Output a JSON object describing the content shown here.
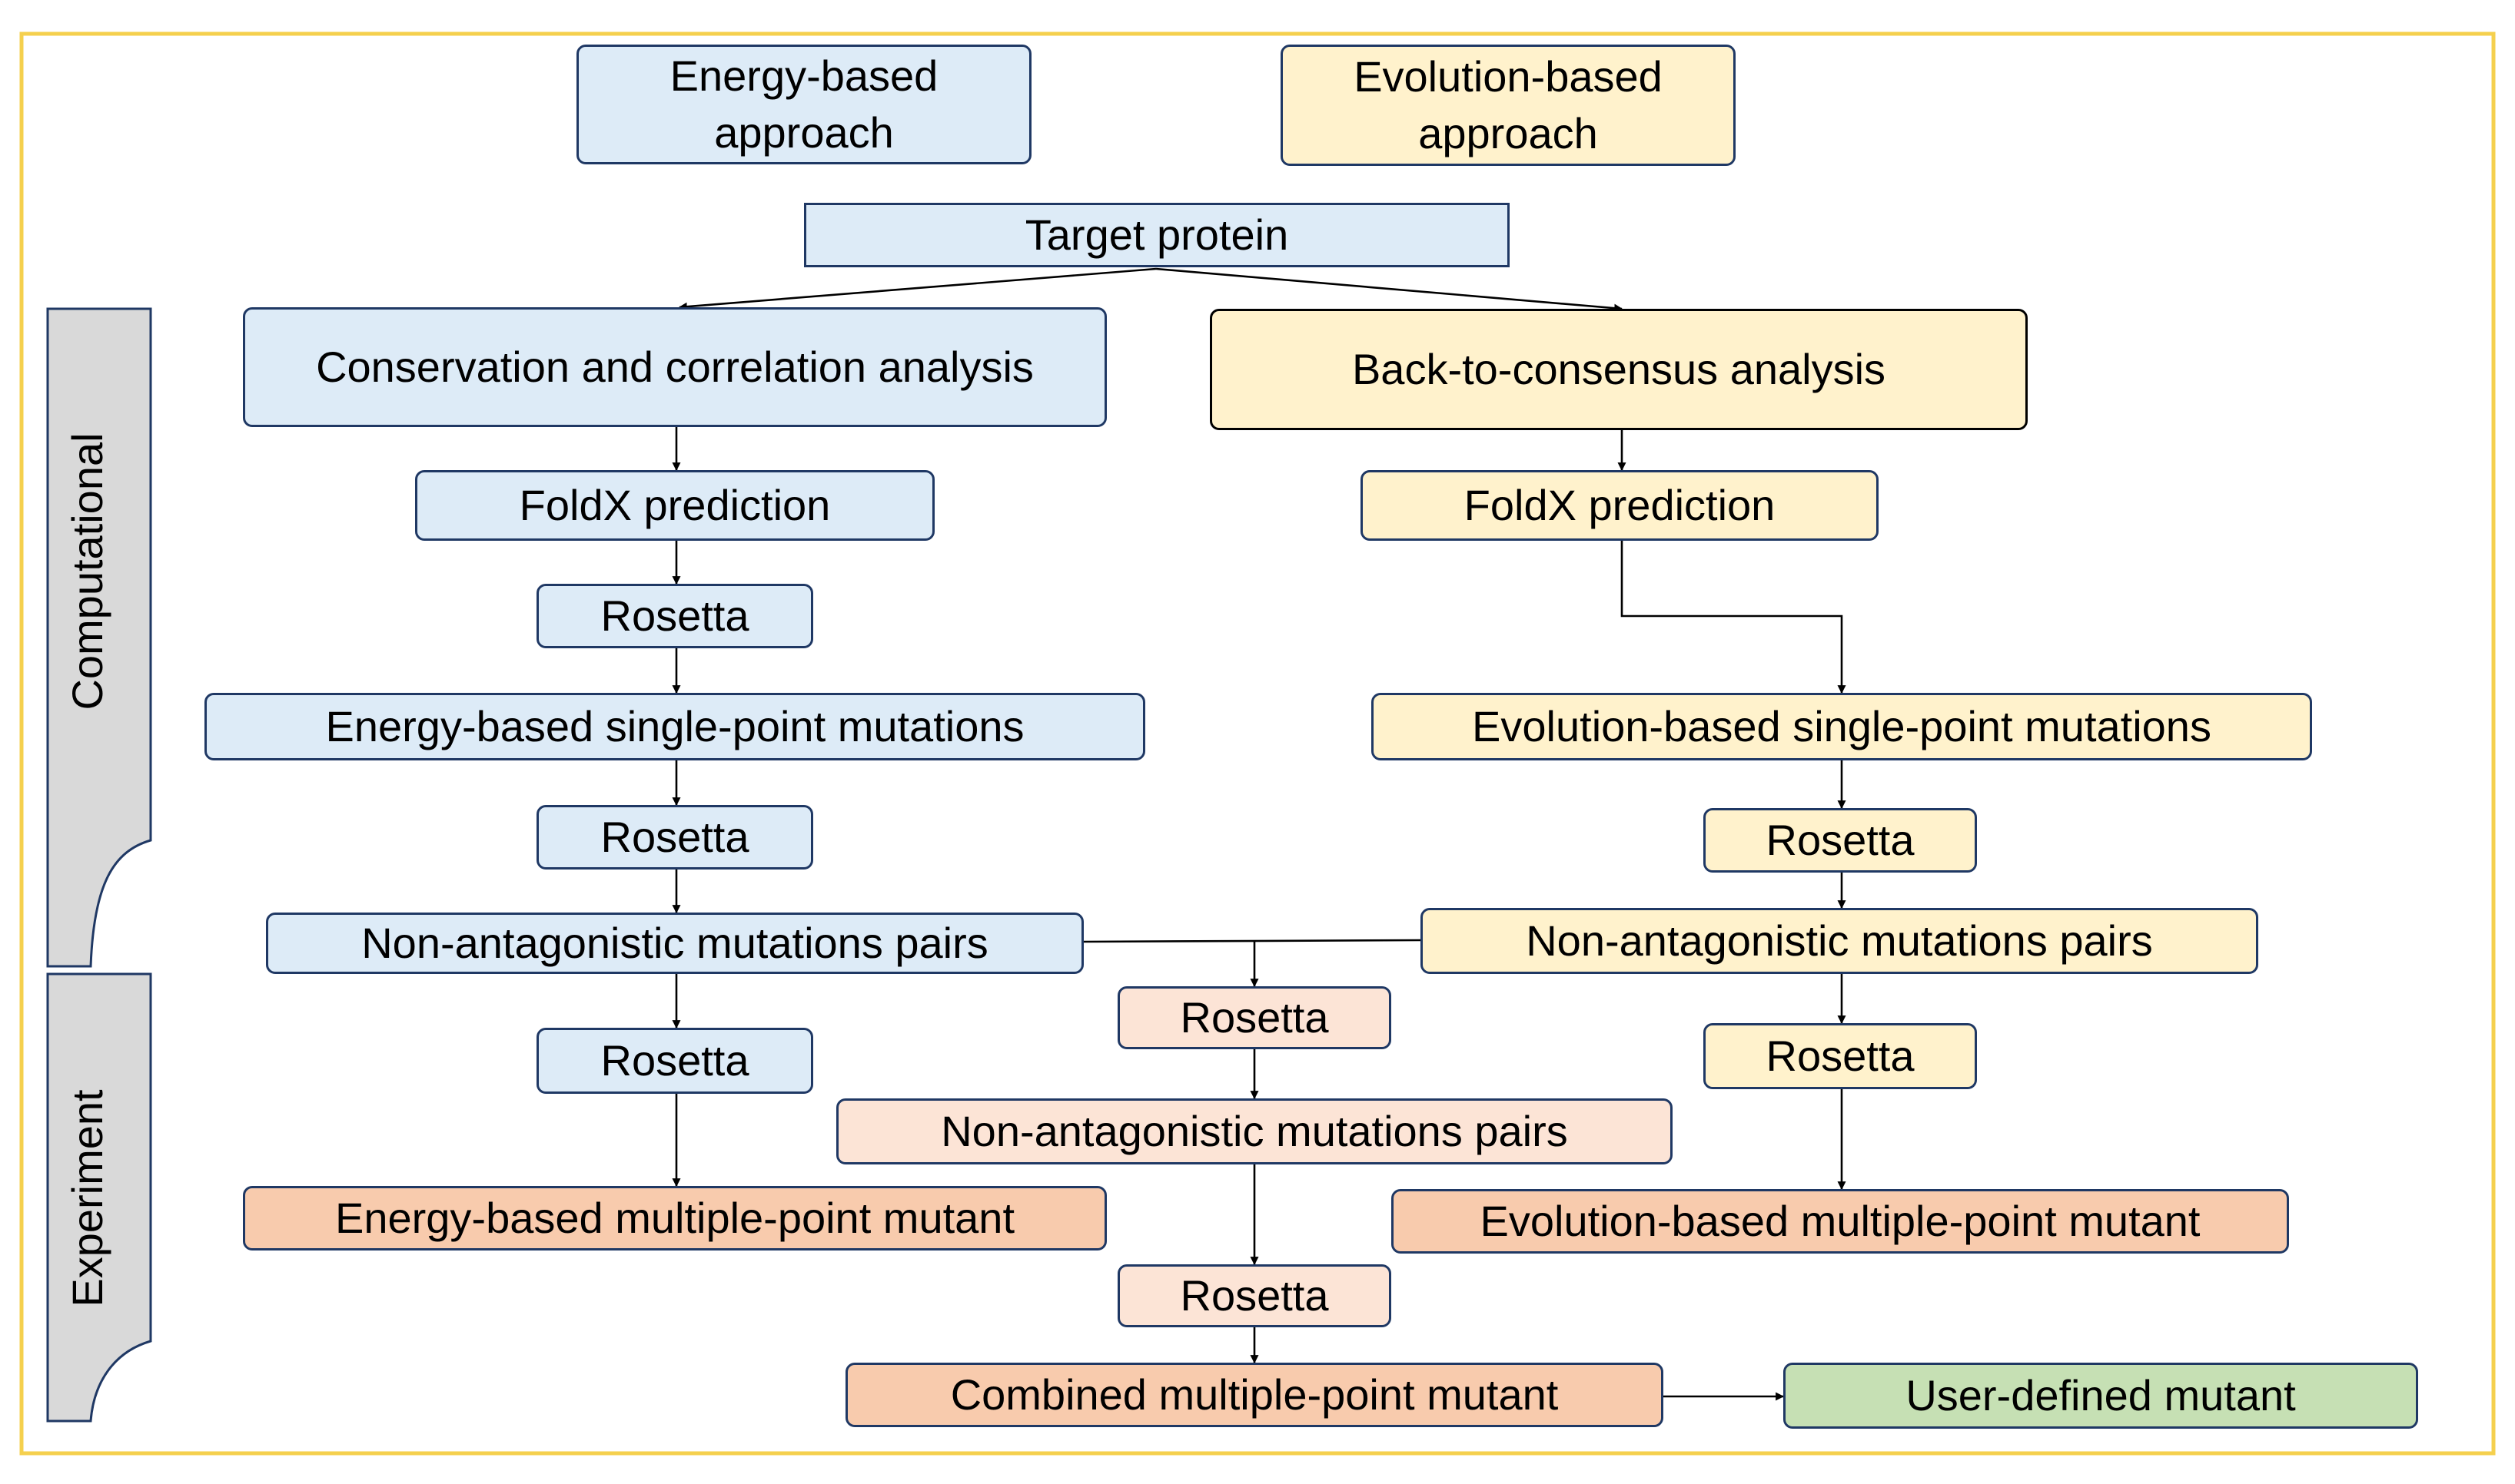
{
  "colors": {
    "frame": "#f5d04e",
    "energy_box": "#ddebf7",
    "evolution_box": "#fff2cc",
    "combined_light": "#fce4d6",
    "mutant_box": "#f8cbad",
    "user_defined_box": "#c6e0b4",
    "stage_tab": "#d9d9d9",
    "box_border": "#1f3864"
  },
  "stages": {
    "computational": "Computational",
    "experiment": "Experiment"
  },
  "headers": {
    "energy": "Energy-based\napproach",
    "evolution": "Evolution-based\napproach"
  },
  "target": "Target protein",
  "energy_branch": {
    "analysis": "Conservation and correlation analysis",
    "foldx": "FoldX prediction",
    "rosetta_1": "Rosetta",
    "single_point": "Energy-based single-point mutations",
    "rosetta_2": "Rosetta",
    "pairs": "Non-antagonistic mutations pairs",
    "rosetta_3": "Rosetta",
    "multiple_point": "Energy-based multiple-point mutant"
  },
  "evolution_branch": {
    "analysis": "Back-to-consensus analysis",
    "foldx": "FoldX prediction",
    "single_point": "Evolution-based single-point mutations",
    "rosetta_1": "Rosetta",
    "pairs": "Non-antagonistic mutations pairs",
    "rosetta_2": "Rosetta",
    "multiple_point": "Evolution-based multiple-point mutant"
  },
  "combined_branch": {
    "rosetta_1": "Rosetta",
    "pairs": "Non-antagonistic mutations pairs",
    "rosetta_2": "Rosetta",
    "combined": "Combined multiple-point mutant",
    "user_defined": "User-defined mutant"
  }
}
